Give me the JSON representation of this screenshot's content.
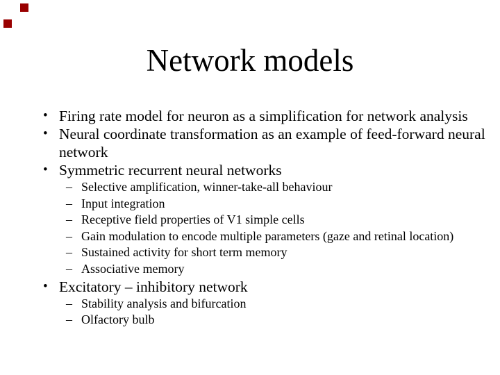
{
  "slide": {
    "title": "Network models",
    "decor_color": "#990000",
    "markers": {
      "bullet": "•",
      "sub": "–"
    },
    "outline": [
      {
        "type": "bullet",
        "text": "Firing rate model for neuron as a simplification for network analysis"
      },
      {
        "type": "bullet",
        "text": "Neural coordinate transformation as an example of feed-forward neural network"
      },
      {
        "type": "bullet",
        "text": "Symmetric recurrent neural networks"
      },
      {
        "type": "sub",
        "text": "Selective amplification, winner-take-all behaviour"
      },
      {
        "type": "sub",
        "text": "Input integration"
      },
      {
        "type": "sub",
        "text": "Receptive field properties of V1 simple cells"
      },
      {
        "type": "sub",
        "text": "Gain modulation to encode multiple parameters (gaze and retinal location)"
      },
      {
        "type": "sub",
        "text": "Sustained activity for short term memory"
      },
      {
        "type": "sub",
        "text": "Associative memory"
      },
      {
        "type": "bullet",
        "text": "Excitatory – inhibitory network"
      },
      {
        "type": "sub",
        "text": "Stability analysis and bifurcation"
      },
      {
        "type": "sub",
        "text": "Olfactory bulb"
      }
    ]
  }
}
